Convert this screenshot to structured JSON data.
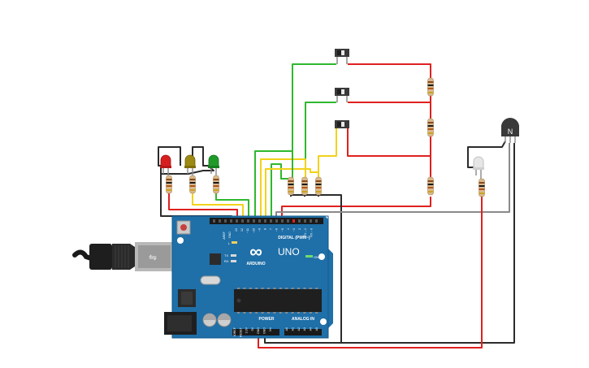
{
  "board": {
    "brand": "ARDUINO",
    "model": "UNO",
    "logo": "∞",
    "digital_label": "DIGITAL (PWM~)",
    "power_label": "POWER",
    "analog_label": "ANALOG IN",
    "aref": "AREF",
    "gnd": "GND",
    "pins_digital": [
      "13",
      "12",
      "~11",
      "~10",
      "~9",
      "8",
      "7",
      "~6",
      "~5",
      "4",
      "~3",
      "2",
      "TX→1",
      "RX←0"
    ],
    "pins_power": [
      "IOREF",
      "RESET",
      "3.3V",
      "5V",
      "GND",
      "GND",
      "Vin"
    ],
    "pins_analog": [
      "A0",
      "A1",
      "A2",
      "A3",
      "A4",
      "A5"
    ],
    "led_l": "L",
    "led_tx": "TX",
    "led_rx": "RX",
    "led_on": "ON"
  },
  "transistor": {
    "label": "N"
  },
  "wire_colors": {
    "red": "#e02020",
    "black": "#2b2b2b",
    "green": "#2fb82f",
    "yellow": "#f2d21a",
    "gray": "#8a8a8a"
  },
  "component_icons": [
    "led-red",
    "led-yellow",
    "led-green",
    "led-white",
    "slide-switch",
    "resistor",
    "npn-transistor",
    "usb-cable",
    "arduino-uno"
  ]
}
